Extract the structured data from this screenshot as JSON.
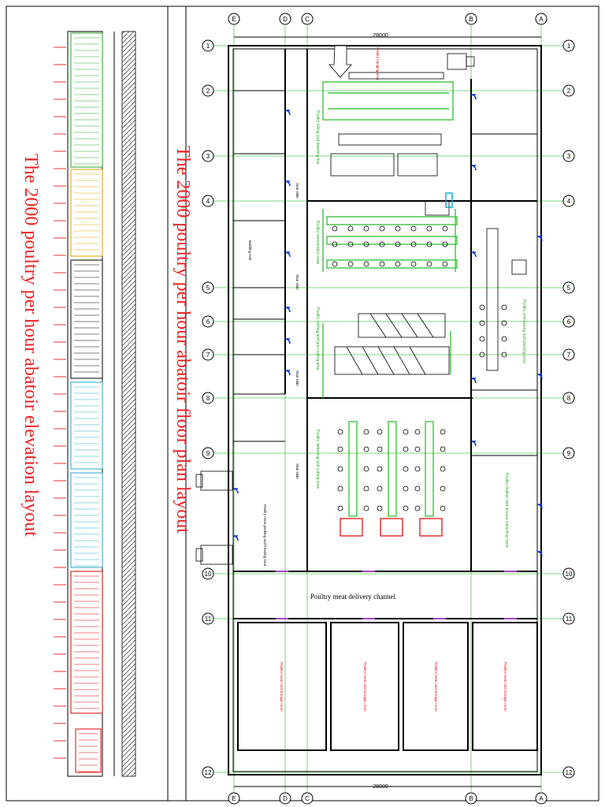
{
  "titles": {
    "elevation": "The 2000 poultry per hour abatoir elevation layout",
    "floor_plan": "The 2000 poultry per hour abatoir floor plan layout"
  },
  "dimensions": {
    "overall_top": "28000",
    "overall_bottom": "28000"
  },
  "axes": {
    "columns": [
      "E",
      "D",
      "C",
      "B",
      "A"
    ],
    "rows": [
      "1",
      "2",
      "3",
      "4",
      "5",
      "6",
      "7",
      "8",
      "9",
      "10",
      "11",
      "12"
    ]
  },
  "rooms": {
    "delivery_channel": "Poultry meat delivery channel",
    "building_hall": "Building Hall",
    "stair": "Stair slide",
    "storage_area": "Poultry hanging area",
    "killing_line": "Poultry killing and bleeding line",
    "evisceration": "Poultry evisceration area",
    "chilling": "Poultry chilling and pre-cooling area",
    "cutting": "Poultry deboning and cutting area",
    "packing": "Poultry meat packing and freezing area",
    "byproduct": "Poultry feather and viscera collecting room",
    "processing": "Poultry processing and packing area",
    "cold_store_1": "Poultry meat cold storage room",
    "cold_store_2": "Poultry meat cold storage room",
    "cold_store_3": "Poultry meat cold storage room",
    "cold_store_4": "Poultry meat cold storage room"
  },
  "icons": {
    "truck": "truck-icon",
    "arrow": "entry-arrow-icon"
  },
  "colors": {
    "title_red": "#ee2222",
    "grid_green": "#55cc55",
    "door_blue": "#0033dd"
  }
}
